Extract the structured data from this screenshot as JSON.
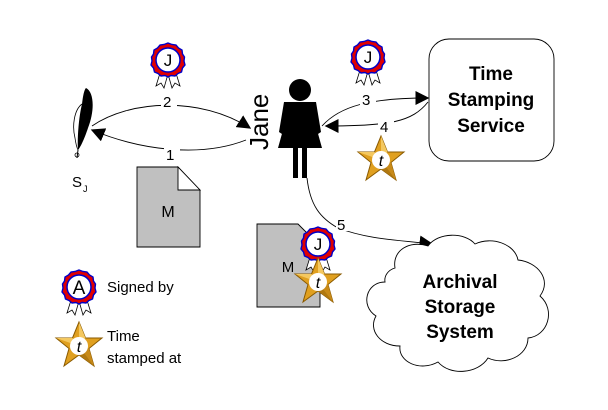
{
  "diagram": {
    "signer_label": "S",
    "signer_subscript": "J",
    "person_name": "Jane",
    "document_label": "M",
    "archived_document_label": "M",
    "time_stamping_service": [
      "Time",
      "Stamping",
      "Service"
    ],
    "archival_storage": [
      "Archival",
      "Storage",
      "System"
    ],
    "steps": [
      "1",
      "2",
      "3",
      "4",
      "5"
    ],
    "seal_letter_j": "J",
    "star_letter": "t"
  },
  "legend": {
    "seal_letter": "A",
    "seal_text": "Signed by",
    "star_letter": "t",
    "star_text_line1": "Time",
    "star_text_line2": "stamped at"
  },
  "colors": {
    "seal_red": "#e00000",
    "seal_blue": "#0000c8",
    "star_gold": "#e0a020",
    "star_dark": "#a06800",
    "document_gray": "#c0c0c0"
  }
}
